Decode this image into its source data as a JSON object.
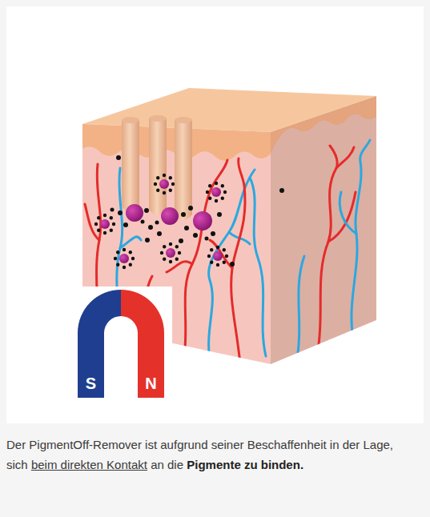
{
  "diagram": {
    "nodes": [
      {
        "text": [
          "S"
        ]
      },
      {
        "text": [
          "N"
        ]
      }
    ],
    "labels": [
      "Der PigmentOff-Remover ist aufgrund seiner Beschaffenheit in der Lage, sich",
      "beim direkten Kontakt",
      "an die",
      "Pigmente zu binden."
    ]
  }
}
